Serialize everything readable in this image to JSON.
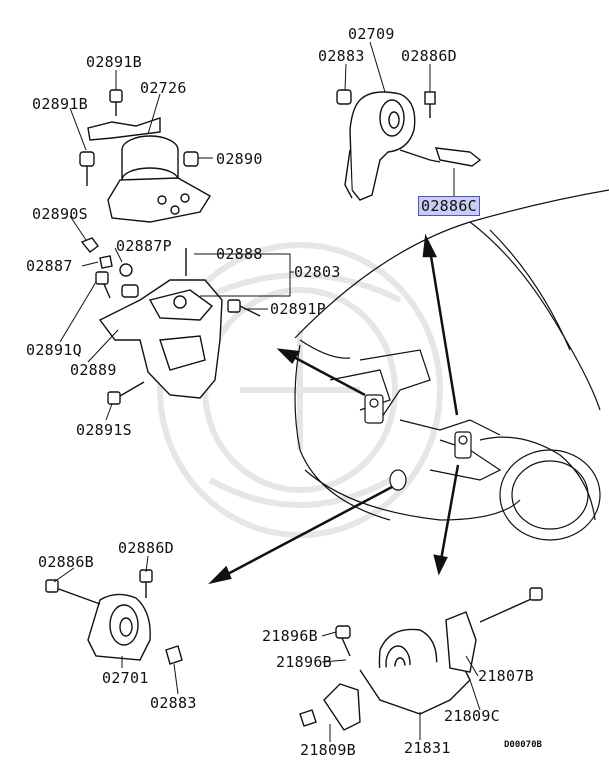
{
  "labels": {
    "l02709": "02709",
    "l02883_top": "02883",
    "l02886D_top": "02886D",
    "l02886C": "02886C",
    "l02891B_a": "02891B",
    "l02726": "02726",
    "l02891B_b": "02891B",
    "l02890": "02890",
    "l02890S": "02890S",
    "l02887P": "02887P",
    "l02888": "02888",
    "l02887": "02887",
    "l02803": "02803",
    "l02891P": "02891P",
    "l02891Q": "02891Q",
    "l02889": "02889",
    "l02891S": "02891S",
    "l02886B": "02886B",
    "l02886D_bot": "02886D",
    "l02701": "02701",
    "l02883_bot": "02883",
    "l21896B_a": "21896B",
    "l21896B_b": "21896B",
    "l21807B": "21807B",
    "l21809C": "21809C",
    "l21809B": "21809B",
    "l21831": "21831"
  },
  "diagram_code": "D00070B",
  "selected_label": "02886C",
  "colors": {
    "line": "#111111",
    "highlight_bg": "#c9cdf3",
    "highlight_border": "#4a55c4",
    "watermark": "#e6e6e6"
  }
}
